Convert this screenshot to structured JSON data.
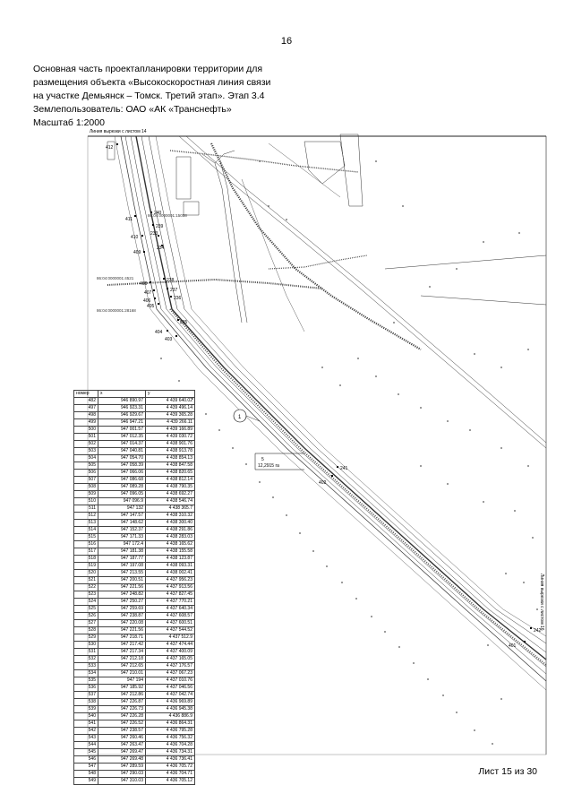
{
  "page_number": "16",
  "header": {
    "line1": "Основная часть проектапланировки территории для",
    "line2": "размещения объекта «Высокоскоростная линия связи",
    "line3": "на участке Демьянск – Томск. Третий этап». Этап 3.4",
    "line4": "Землепользователь: ОАО «АК «Транснефть»",
    "line5": "Масштаб 1:2000"
  },
  "map": {
    "top_caption": "Линия вырезки с листом 14",
    "side_caption": "Линия вырезки с листом 16",
    "area_label": "12,2915 га",
    "area_number": "5",
    "circle_label": "1",
    "parcel_1": "86:04:0000001:15058",
    "parcel_2": "86:04:0000001:4521",
    "parcel_3": "86:04:0000001:28168",
    "points": {
      "p412": "412",
      "p411": "411",
      "p410": "410",
      "p409": "409",
      "p408": "408",
      "p407": "407",
      "p406": "406",
      "p405": "405",
      "p404": "404",
      "p403": "403",
      "p402": "402",
      "p401": "401",
      "p240": "240",
      "p239": "239",
      "p238": "238",
      "p237": "237",
      "p236": "236",
      "p235": "235",
      "p234": "234",
      "p233": "233",
      "p242": "242",
      "p241": "241"
    }
  },
  "table": {
    "headers": [
      "номер",
      "x",
      "y"
    ],
    "rows": [
      [
        "482",
        "946 890.97",
        "4 439 640.02"
      ],
      [
        "497",
        "946 923.31",
        "4 439 496.14"
      ],
      [
        "498",
        "946 929.67",
        "4 439 365.28"
      ],
      [
        "499",
        "946 947.21",
        "4 439 266.11"
      ],
      [
        "500",
        "947 001.57",
        "4 439 166.89"
      ],
      [
        "501",
        "947 012.35",
        "4 439 030.72"
      ],
      [
        "502",
        "947 014.37",
        "4 438 901.76"
      ],
      [
        "503",
        "947 040.81",
        "4 438 913.78"
      ],
      [
        "504",
        "947 054.70",
        "4 438 854.13"
      ],
      [
        "505",
        "947 058.39",
        "4 438 847.58"
      ],
      [
        "506",
        "947 066.06",
        "4 438 820.65"
      ],
      [
        "507",
        "947 086.68",
        "4 438 812.14"
      ],
      [
        "508",
        "947 089.28",
        "4 438 790.35"
      ],
      [
        "509",
        "947 096.05",
        "4 438 692.27"
      ],
      [
        "510",
        "947 096.9",
        "4 438 546.74"
      ],
      [
        "511",
        "947 132",
        "4 438 365.7"
      ],
      [
        "512",
        "947 147.57",
        "4 438 310.32"
      ],
      [
        "513",
        "947 148.62",
        "4 438 300.40"
      ],
      [
        "514",
        "947 152.37",
        "4 438 291.86"
      ],
      [
        "515",
        "947 171.33",
        "4 438 283.03"
      ],
      [
        "516",
        "947 172.4",
        "4 438 165.62"
      ],
      [
        "517",
        "947 181.38",
        "4 438 155.58"
      ],
      [
        "518",
        "947 187.77",
        "4 438 123.87"
      ],
      [
        "519",
        "947 197.08",
        "4 438 093.31"
      ],
      [
        "520",
        "947 213.55",
        "4 438 002.41"
      ],
      [
        "521",
        "947 200.51",
        "4 437 956.23"
      ],
      [
        "522",
        "947 221.56",
        "4 437 913.56"
      ],
      [
        "523",
        "947 248.82",
        "4 437 827.45"
      ],
      [
        "524",
        "947 250.27",
        "4 437 770.21"
      ],
      [
        "525",
        "947 259.69",
        "4 437 640.34"
      ],
      [
        "526",
        "947 238.87",
        "4 437 608.57"
      ],
      [
        "527",
        "947 220.08",
        "4 437 600.51"
      ],
      [
        "528",
        "947 221.56",
        "4 437 544.52"
      ],
      [
        "529",
        "947 218.71",
        "4 437 512.9"
      ],
      [
        "530",
        "947 217.42",
        "4 437 474.44"
      ],
      [
        "531",
        "947 217.34",
        "4 437 400.09"
      ],
      [
        "532",
        "947 212.18",
        "4 437 165.05"
      ],
      [
        "533",
        "947 212.65",
        "4 437 176.57"
      ],
      [
        "534",
        "947 210.01",
        "4 437 067.23"
      ],
      [
        "535",
        "947 194",
        "4 437 010.76"
      ],
      [
        "536",
        "947 185.92",
        "4 437 046.56"
      ],
      [
        "537",
        "947 212.86",
        "4 437 042.74"
      ],
      [
        "538",
        "947 226.87",
        "4 436 969.89"
      ],
      [
        "539",
        "947 226.73",
        "4 436 945.38"
      ],
      [
        "540",
        "947 226.28",
        "4 436 886.9"
      ],
      [
        "541",
        "947 226.52",
        "4 436 864.31"
      ],
      [
        "542",
        "947 238.57",
        "4 436 795.28"
      ],
      [
        "543",
        "947 260.46",
        "4 436 756.32"
      ],
      [
        "544",
        "947 263.47",
        "4 436 704.28"
      ],
      [
        "545",
        "947 269.47",
        "4 436 734.31"
      ],
      [
        "546",
        "947 269.48",
        "4 436 736.41"
      ],
      [
        "547",
        "947 289.59",
        "4 436 705.72"
      ],
      [
        "548",
        "947 290.03",
        "4 436 704.71"
      ],
      [
        "549",
        "947 310.03",
        "4 436 705.12"
      ]
    ]
  },
  "footer": "Лист 15 из 30"
}
